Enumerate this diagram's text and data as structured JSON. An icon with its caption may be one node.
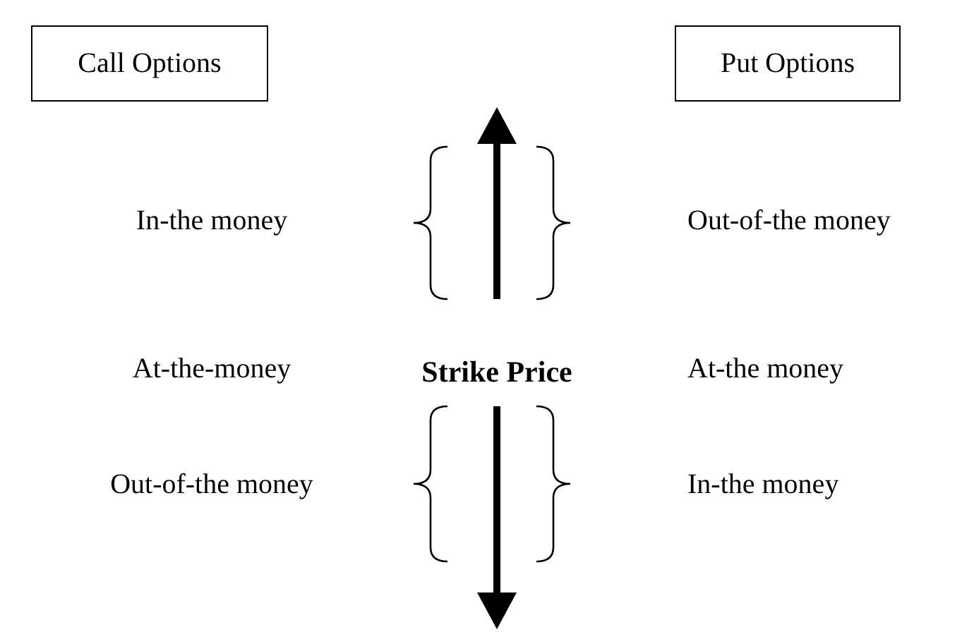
{
  "diagram": {
    "nodes": [
      {
        "text": [
          "Call Options"
        ]
      },
      {
        "text": [
          "Put Options"
        ]
      }
    ],
    "labels": [
      "In-the money",
      "Out-of-the money",
      "At-the-money",
      "Strike Price",
      "At-the money",
      "Out-of-the money",
      "In-the money"
    ]
  }
}
